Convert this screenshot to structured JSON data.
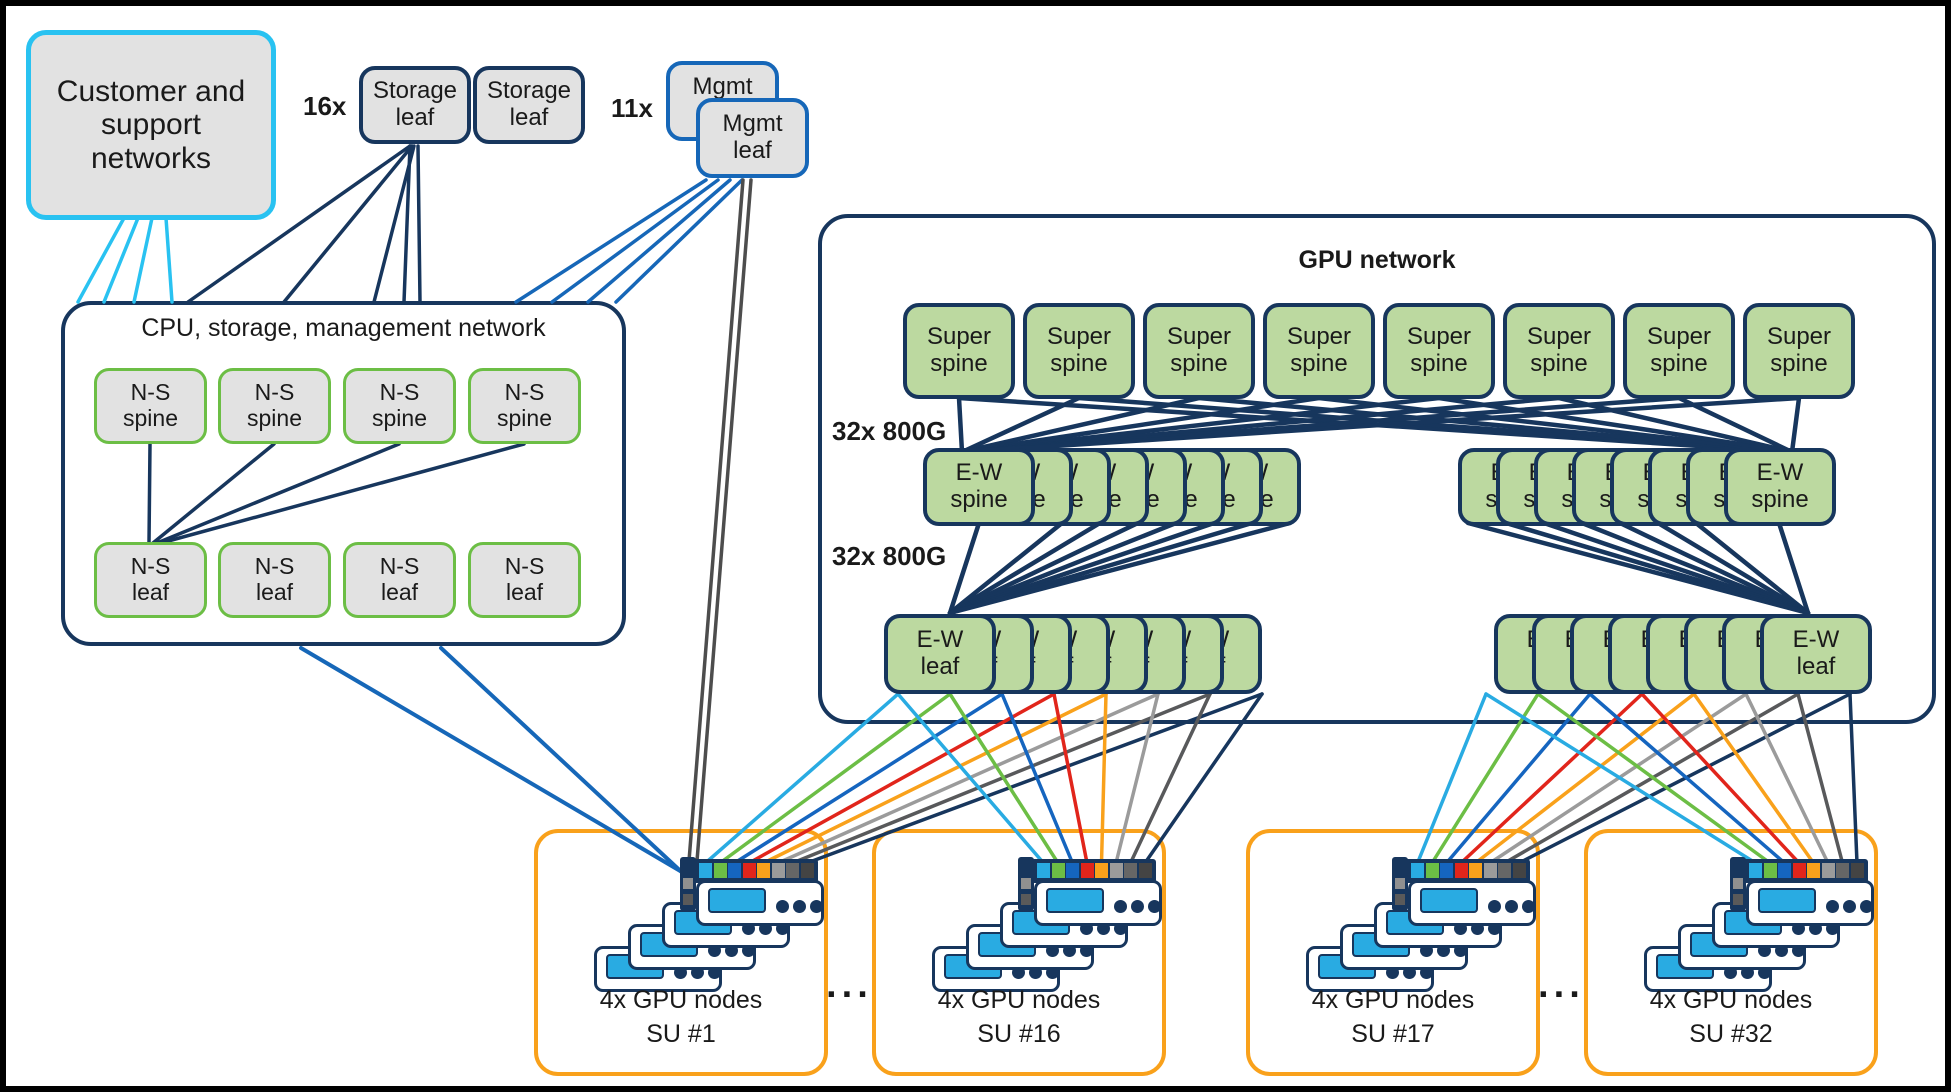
{
  "customer": {
    "label": "Customer and\nsupport\nnetworks"
  },
  "storage": {
    "count": "16x",
    "label": "Storage\nleaf"
  },
  "mgmt": {
    "count": "11x",
    "label": "Mgmt\nleaf"
  },
  "cpu_network": {
    "title": "CPU, storage, management network",
    "spine_label": "N-S\nspine",
    "leaf_label": "N-S\nleaf"
  },
  "gpu_network": {
    "title": "GPU network",
    "super_spine_label": "Super\nspine",
    "ew_spine_label": "E-W\nspine",
    "ew_leaf_label": "E-W\nleaf",
    "uplink_label": "32x 800G",
    "downlink_label": "32x 800G"
  },
  "su_groups": [
    {
      "line1": "4x GPU nodes",
      "line2": "SU #1"
    },
    {
      "line1": "4x GPU nodes",
      "line2": "SU #16"
    },
    {
      "line1": "4x GPU nodes",
      "line2": "SU #17"
    },
    {
      "line1": "4x GPU nodes",
      "line2": "SU #32"
    }
  ],
  "ellipsis": "···",
  "colors": {
    "navy": "#17365D",
    "cyan": "#29C2F1",
    "blue": "#1667B8",
    "green_border": "#6CBE45",
    "green_fill": "#BCD9A0",
    "gray_fill": "#E2E2E2",
    "orange": "#F9A11B",
    "node_cyan": "#29ABE2",
    "mgmt_wire_gray": "#4D4D4D",
    "su_wire_colors": [
      "#29ABE2",
      "#6CBE45",
      "#1565BF",
      "#E1251B",
      "#F9A11B",
      "#9B9B9B",
      "#58595B",
      "#17365D"
    ],
    "connector_square_colors": [
      "#29ABE2",
      "#6CBE45",
      "#1565BF",
      "#E1251B",
      "#F9A11B",
      "#9B9B9B",
      "#666666",
      "#444444"
    ]
  }
}
